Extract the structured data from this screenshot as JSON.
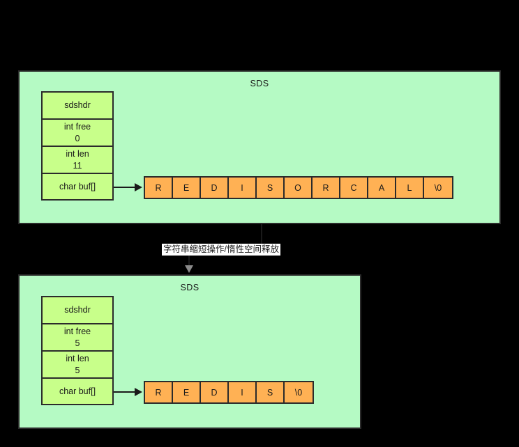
{
  "diagram": {
    "title": "SDS string shortening / lazy space free",
    "background_color": "#000000",
    "container_color": "#b5fac4",
    "struct_color": "#c8ff8a",
    "buffer_color": "#ffb154",
    "line_color": "#1a1a1a"
  },
  "edge": {
    "label": "字符串缩短操作/惰性空间释放"
  },
  "before": {
    "container_title": "SDS",
    "struct": {
      "name": "sdshdr",
      "fields": [
        {
          "label": "int free",
          "value": "0"
        },
        {
          "label": "int len",
          "value": "11"
        }
      ],
      "pointer_field": "char buf[]"
    },
    "buffer": {
      "cells": [
        "R",
        "E",
        "D",
        "I",
        "S",
        "O",
        "R",
        "C",
        "A",
        "L",
        "\\0"
      ]
    }
  },
  "after": {
    "container_title": "SDS",
    "struct": {
      "name": "sdshdr",
      "fields": [
        {
          "label": "int free",
          "value": "5"
        },
        {
          "label": "int len",
          "value": "5"
        }
      ],
      "pointer_field": "char buf[]"
    },
    "buffer": {
      "cells": [
        "R",
        "E",
        "D",
        "I",
        "S",
        "\\0"
      ]
    }
  }
}
